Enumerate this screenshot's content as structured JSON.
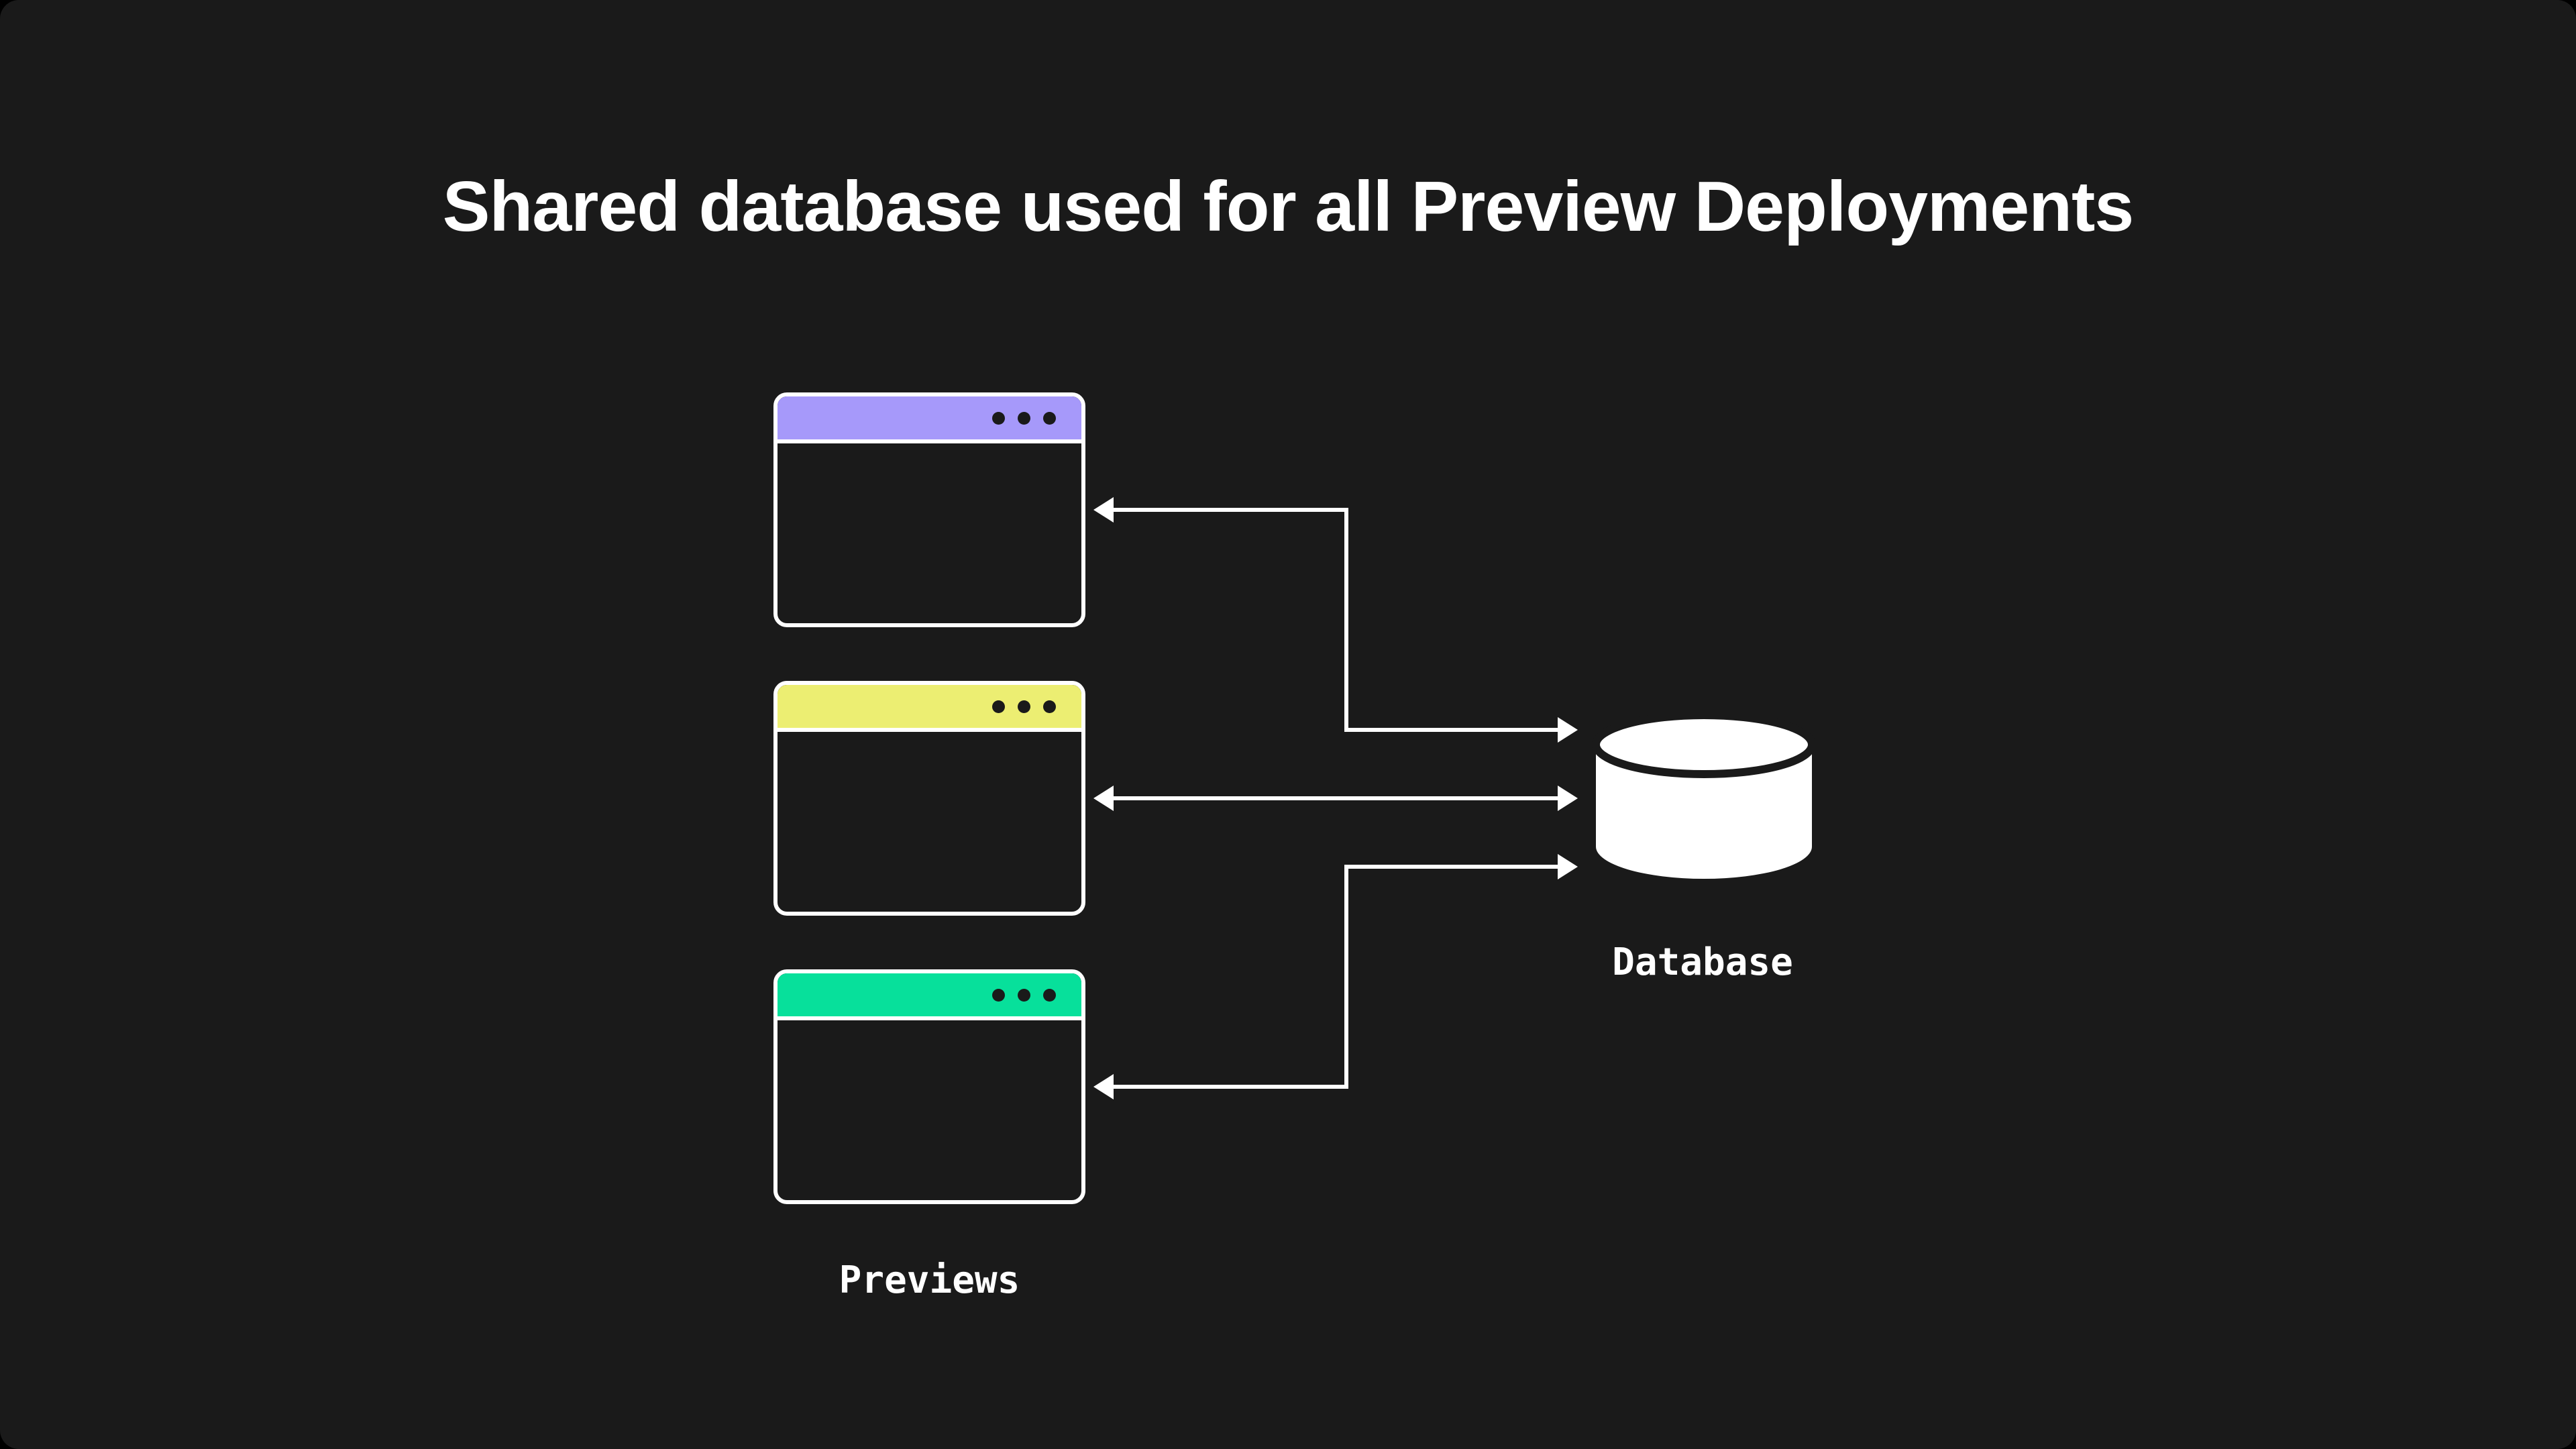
{
  "title": "Shared database used for all Preview Deployments",
  "colors": {
    "background": "#1a1a1a",
    "foreground": "#ffffff",
    "purple": "#a699fa",
    "yellow": "#ecee72",
    "green": "#07e09b",
    "window_dot": "#1a1a1a"
  },
  "previews": {
    "label": "Previews",
    "windows": [
      {
        "name": "preview-1",
        "bar_color": "#a699fa"
      },
      {
        "name": "preview-2",
        "bar_color": "#ecee72"
      },
      {
        "name": "preview-3",
        "bar_color": "#07e09b"
      }
    ]
  },
  "database": {
    "label": "Database"
  },
  "connections": [
    {
      "from": "preview-1",
      "to": "database",
      "style": "bidirectional-elbow"
    },
    {
      "from": "preview-2",
      "to": "database",
      "style": "bidirectional-straight"
    },
    {
      "from": "preview-3",
      "to": "database",
      "style": "bidirectional-elbow"
    }
  ]
}
